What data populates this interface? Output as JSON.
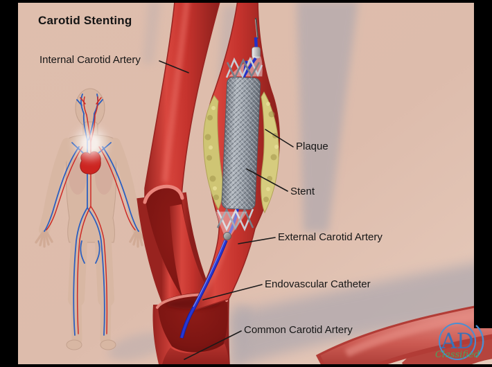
{
  "title": "Carotid Stenting",
  "labels": {
    "internal_carotid": "Internal Carotid Artery",
    "plaque": "Plaque",
    "stent": "Stent",
    "external_carotid": "External Carotid Artery",
    "endovascular_catheter": "Endovascular Catheter",
    "common_carotid": "Common Carotid Artery"
  },
  "watermark": {
    "monogram": "AD",
    "caption": "Classified"
  },
  "colors": {
    "background": "#ddbcac",
    "artery_red": "#c83630",
    "artery_dark": "#8e1f1c",
    "lumen_dark": "#7c1512",
    "plaque_yellow": "#d3c87a",
    "stent_gray": "#8a9098",
    "catheter_blue": "#2232c8",
    "shadow_gray": "#b3abaf",
    "frame_black": "#000000",
    "logo_blue": "#4386c9",
    "logo_green": "#4ba45e",
    "label_text": "#161616"
  }
}
